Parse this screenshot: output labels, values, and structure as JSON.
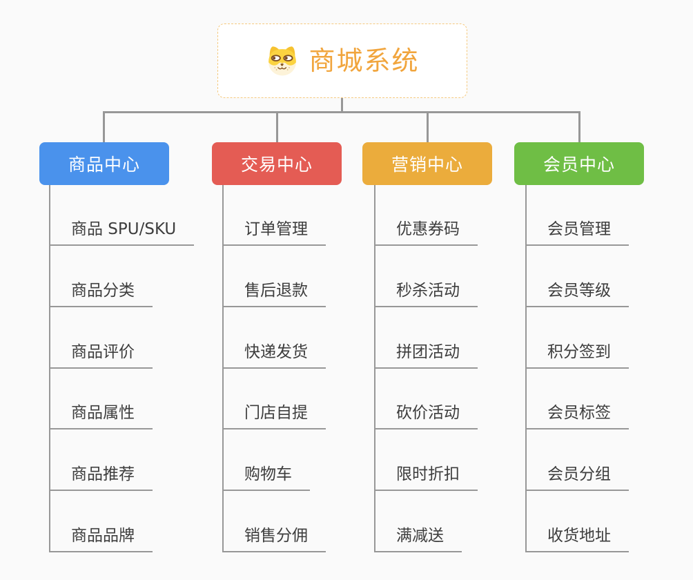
{
  "page": {
    "background_color": "#fafafa",
    "connector_color": "#979797"
  },
  "root": {
    "title": "商城系统",
    "icon": "shiba-dog-icon",
    "text_color": "#f1a53d",
    "border_color": "#f5c97e",
    "background_color": "#ffffff"
  },
  "branches": [
    {
      "label": "商品中心",
      "color": "#4a92ec",
      "items": [
        "商品 SPU/SKU",
        "商品分类",
        "商品评价",
        "商品属性",
        "商品推荐",
        "商品品牌"
      ]
    },
    {
      "label": "交易中心",
      "color": "#e45c54",
      "items": [
        "订单管理",
        "售后退款",
        "快递发货",
        "门店自提",
        "购物车",
        "销售分佣"
      ]
    },
    {
      "label": "营销中心",
      "color": "#ebac3c",
      "items": [
        "优惠券码",
        "秒杀活动",
        "拼团活动",
        "砍价活动",
        "限时折扣",
        "满减送"
      ]
    },
    {
      "label": "会员中心",
      "color": "#6fbe45",
      "items": [
        "会员管理",
        "会员等级",
        "积分签到",
        "会员标签",
        "会员分组",
        "收货地址"
      ]
    }
  ]
}
